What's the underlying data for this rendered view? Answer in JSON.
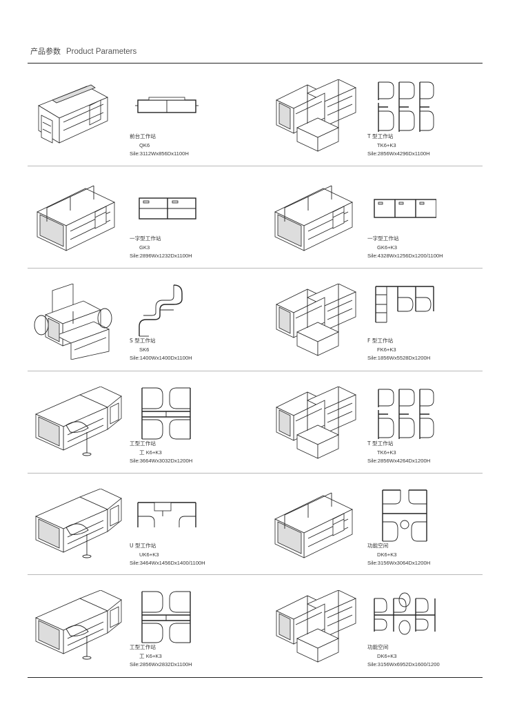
{
  "header": {
    "zh": "产品参数",
    "en": "Product Parameters"
  },
  "products": [
    {
      "name": "前台工作站",
      "code": "QK6",
      "size": "Sile:3112Wx856Dx1100H",
      "iso": "reception",
      "plan": "reception"
    },
    {
      "name": "T 型工作站",
      "code": "TK6+K3",
      "size": "Sile:2856Wx4296Dx1100H",
      "iso": "cluster",
      "plan": "t-grid"
    },
    {
      "name": "一字型工作站",
      "code": "GK3",
      "size": "Sile:2896Wx1232Dx1100H",
      "iso": "linear",
      "plan": "linear2"
    },
    {
      "name": "一字型工作站",
      "code": "GK6+K3",
      "size": "Sile:4328Wx1256Dx1200/1100H",
      "iso": "linear",
      "plan": "linear3"
    },
    {
      "name": "S 型工作站",
      "code": "SK6",
      "size": "Sile:1400Wx1400Dx1100H",
      "iso": "s-shape",
      "plan": "s-shape"
    },
    {
      "name": "F 型工作站",
      "code": "FK6+K3",
      "size": "Sile:1856Wx5528Dx1200H",
      "iso": "cluster",
      "plan": "f-shape"
    },
    {
      "name": "工型工作站",
      "code": "工 K6+K3",
      "size": "Sile:3664Wx3032Dx1200H",
      "iso": "l-desk",
      "plan": "h-shape"
    },
    {
      "name": "T 型工作站",
      "code": "TK6+K3",
      "size": "Sile:2856Wx4264Dx1200H",
      "iso": "cluster",
      "plan": "t-grid"
    },
    {
      "name": "U 型工作站",
      "code": "UK6+K3",
      "size": "Sile:3464Wx1456Dx1400/1100H",
      "iso": "l-desk",
      "plan": "u-shape"
    },
    {
      "name": "功能空间",
      "code": "DK6+K3",
      "size": "Sile:3156Wx3064Dx1200H",
      "iso": "linear",
      "plan": "pi-shape"
    },
    {
      "name": "工型工作站",
      "code": "工 K6+K3",
      "size": "Sile:2856Wx2832Dx1100H",
      "iso": "l-desk",
      "plan": "h-shape"
    },
    {
      "name": "功能空间",
      "code": "DK6+K3",
      "size": "Sile:3156Wx6952Dx1600/1200",
      "iso": "cluster",
      "plan": "pi-wide"
    }
  ]
}
